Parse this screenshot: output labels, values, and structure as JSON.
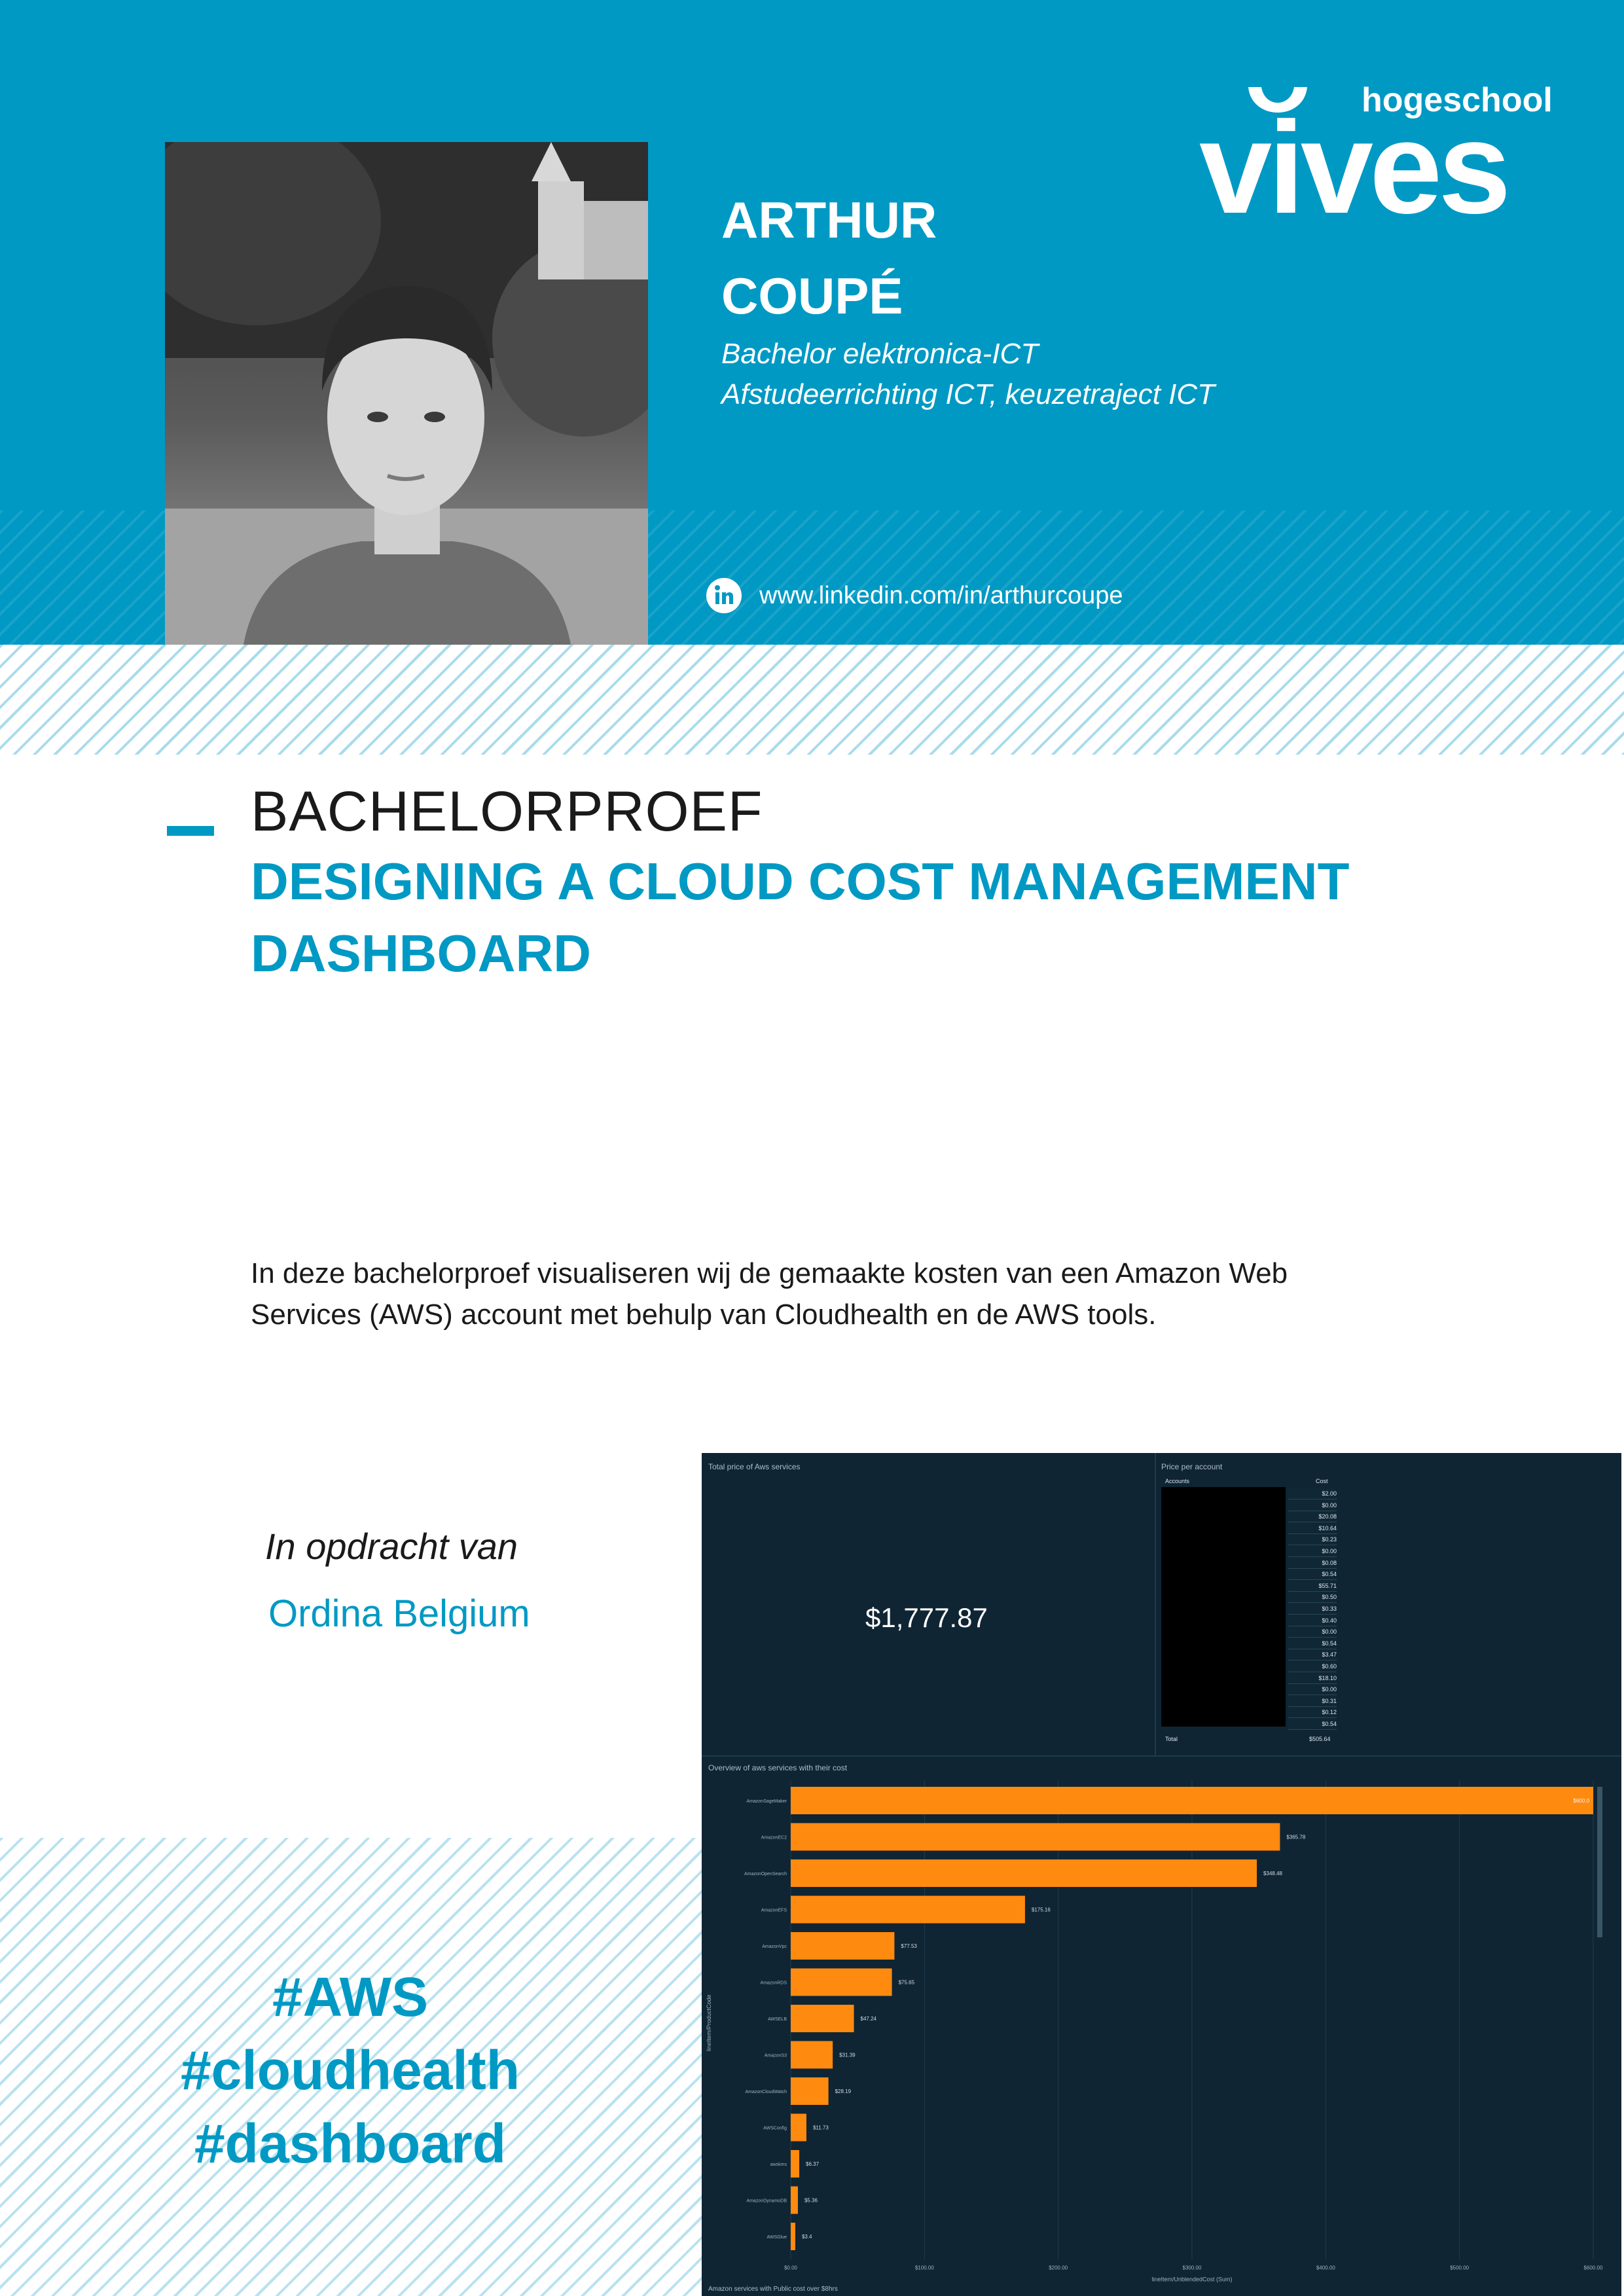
{
  "person": {
    "first_name": "ARTHUR",
    "last_name": "COUPÉ",
    "degree_line1": "Bachelor elektronica-ICT",
    "degree_line2": "Afstudeerrichting ICT, keuzetraject ICT",
    "linkedin_url": "www.linkedin.com/in/arthurcoupe"
  },
  "logo": {
    "small": "hogeschool",
    "large": "vives"
  },
  "thesis": {
    "type_label": "BACHELORPROEF",
    "title_line1": "DESIGNING A CLOUD COST MANAGEMENT",
    "title_line2": "DASHBOARD",
    "abstract_line1": "In deze bachelorproef visualiseren wij de gemaakte kosten van een Amazon Web",
    "abstract_line2": "Services (AWS) account met behulp van Cloudhealth en de AWS tools."
  },
  "commission": {
    "label": "In opdracht van",
    "client": "Ordina Belgium"
  },
  "hashtags": [
    "#AWS",
    "#cloudhealth",
    "#dashboard"
  ],
  "colors": {
    "brand_blue": "#0099c4",
    "dashboard_bg": "#0f2534",
    "bar_orange": "#ff8a10"
  },
  "dashboard": {
    "total_panel_title": "Total price of Aws services",
    "total_value": "$1,777.87",
    "account_panel_title": "Price per account",
    "accounts_header": "Accounts",
    "cost_header": "Cost",
    "account_costs": [
      "$2.00",
      "$0.00",
      "$20.08",
      "$10.64",
      "$0.23",
      "$0.00",
      "$0.08",
      "$0.54",
      "$55.71",
      "$0.50",
      "$0.33",
      "$0.40",
      "$0.00",
      "$0.54",
      "$3.47",
      "$0.60",
      "$18.10",
      "$0.00",
      "$0.31",
      "$0.12",
      "$0.54"
    ],
    "total_label": "Total",
    "total_cost": "$505.64",
    "chart_panel_title": "Overview of aws services with their cost",
    "footer_text": "Amazon services with Public cost over $8hrs"
  },
  "chart_data": {
    "type": "bar",
    "orientation": "horizontal",
    "title": "Overview of aws services with their cost",
    "ylabel": "lineItem/ProductCode",
    "xlabel": "lineItem/UnblendedCost (Sum)",
    "categories": [
      "AmazonSageMaker",
      "AmazonEC2",
      "AmazonOpenSearch",
      "AmazonEFS",
      "AmazonVpc",
      "AmazonRDS",
      "AWSELB",
      "AmazonS3",
      "AmazonCloudWatch",
      "AWSConfig",
      "awskms",
      "AmazonDynamoDB",
      "AWSGlue"
    ],
    "values": [
      600.0,
      365.78,
      348.48,
      175.16,
      77.53,
      75.65,
      47.24,
      31.39,
      28.19,
      11.73,
      6.37,
      5.36,
      3.4
    ],
    "value_labels": [
      "$600.0",
      "$365.78",
      "$348.48",
      "$175.16",
      "$77.53",
      "$75.65",
      "$47.24",
      "$31.39",
      "$28.19",
      "$11.73",
      "$6.37",
      "$5.36",
      "$3.4"
    ],
    "xlim": [
      0,
      600
    ],
    "x_ticks": [
      "$0.00",
      "$100.00",
      "$200.00",
      "$300.00",
      "$400.00",
      "$500.00",
      "$600.00"
    ],
    "grid": true
  }
}
